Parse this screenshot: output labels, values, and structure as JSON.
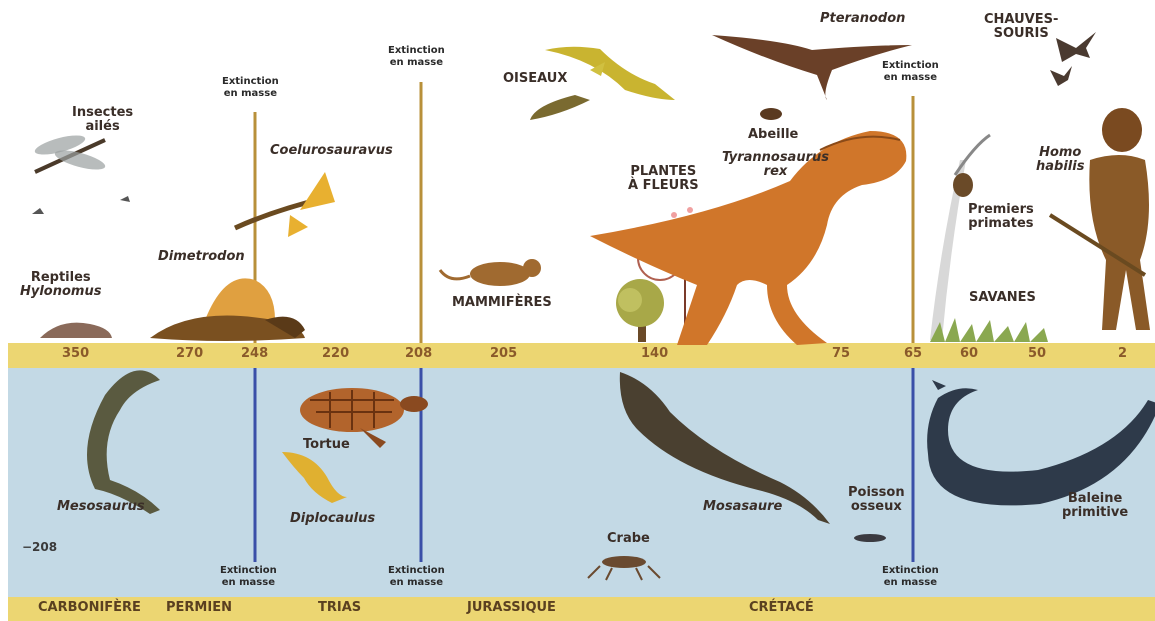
{
  "timeline": {
    "years": [
      "350",
      "270",
      "248",
      "220",
      "208",
      "205",
      "140",
      "75",
      "65",
      "60",
      "50",
      "2"
    ],
    "bottom_left_year": "−208",
    "eras": [
      "CARBONIFÈRE",
      "PERMIEN",
      "TRIAS",
      "JURASSIQUE",
      "CRÉTACÉ"
    ]
  },
  "extinction": {
    "line1": "Extinction",
    "line2": "en masse"
  },
  "labels": {
    "insectes_1": "Insectes",
    "insectes_2": "ailés",
    "reptiles_1": "Reptiles",
    "reptiles_2": "Hylonomus",
    "dimetrodon": "Dimetrodon",
    "coelurosauravus": "Coelurosauravus",
    "mammiferes": "MAMMIFÈRES",
    "oiseaux": "OISEAUX",
    "plantes_1": "PLANTES",
    "plantes_2": "À FLEURS",
    "pteranodon": "Pteranodon",
    "abeille": "Abeille",
    "tyrannosaurus_1": "Tyrannosaurus",
    "tyrannosaurus_2": "rex",
    "chauves_1": "CHAUVES-",
    "chauves_2": "SOURIS",
    "homo_1": "Homo",
    "homo_2": "habilis",
    "primates_1": "Premiers",
    "primates_2": "primates",
    "savanes": "SAVANES",
    "mesosaurus": "Mesosaurus",
    "tortue": "Tortue",
    "diplocaulus": "Diplocaulus",
    "crabe": "Crabe",
    "mosasaure": "Mosasaure",
    "poisson_1": "Poisson",
    "poisson_2": "osseux",
    "baleine_1": "Baleine",
    "baleine_2": "primitive"
  },
  "colors": {
    "band": "#ecd672",
    "sea": "#c9dde9",
    "land_line": "#b8903a",
    "sea_line": "#3a4fa8"
  }
}
